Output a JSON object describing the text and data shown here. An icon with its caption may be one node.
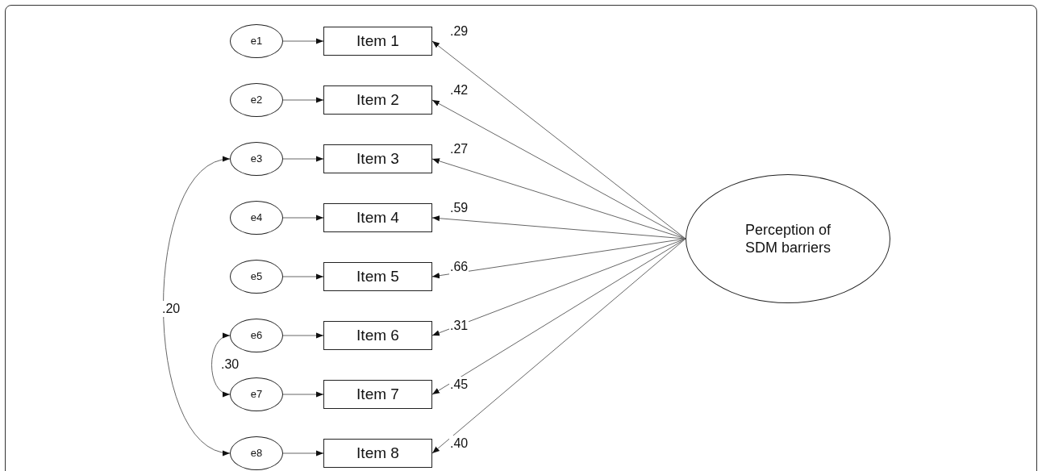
{
  "diagram": {
    "nodes": [
      {
        "text": [
          "e1"
        ]
      },
      {
        "text": [
          "e2"
        ]
      },
      {
        "text": [
          "e3"
        ]
      },
      {
        "text": [
          "e4"
        ]
      },
      {
        "text": [
          "e5"
        ]
      },
      {
        "text": [
          "e6"
        ]
      },
      {
        "text": [
          "e7"
        ]
      },
      {
        "text": [
          "e8"
        ]
      },
      {
        "text": [
          "Item 1"
        ]
      },
      {
        "text": [
          "Item 2"
        ]
      },
      {
        "text": [
          "Item 3"
        ]
      },
      {
        "text": [
          "Item 4"
        ]
      },
      {
        "text": [
          "Item 5"
        ]
      },
      {
        "text": [
          "Item 6"
        ]
      },
      {
        "text": [
          "Item 7"
        ]
      },
      {
        "text": [
          "Item 8"
        ]
      },
      {
        "text": [
          "Perception of SDM barriers"
        ]
      }
    ],
    "edges": [
      {
        "from": 0,
        "to": 8,
        "arrow": "to"
      },
      {
        "from": 1,
        "to": 9,
        "arrow": "to"
      },
      {
        "from": 2,
        "to": 10,
        "arrow": "to"
      },
      {
        "from": 3,
        "to": 11,
        "arrow": "to"
      },
      {
        "from": 4,
        "to": 12,
        "arrow": "to"
      },
      {
        "from": 5,
        "to": 13,
        "arrow": "to"
      },
      {
        "from": 6,
        "to": 14,
        "arrow": "to"
      },
      {
        "from": 7,
        "to": 15,
        "arrow": "to"
      },
      {
        "from": 16,
        "to": 8,
        "arrow": "to",
        "label": ".29"
      },
      {
        "from": 16,
        "to": 9,
        "arrow": "to",
        "label": ".42"
      },
      {
        "from": 16,
        "to": 10,
        "arrow": "to",
        "label": ".27"
      },
      {
        "from": 16,
        "to": 11,
        "arrow": "to",
        "label": ".59"
      },
      {
        "from": 16,
        "to": 12,
        "arrow": "to",
        "label": ".66"
      },
      {
        "from": 16,
        "to": 13,
        "arrow": "to",
        "label": ".31"
      },
      {
        "from": 16,
        "to": 14,
        "arrow": "to",
        "label": ".45"
      },
      {
        "from": 16,
        "to": 15,
        "arrow": "to",
        "label": ".40"
      },
      {
        "from": 2,
        "to": 7,
        "arrow": "both",
        "label": ".20"
      },
      {
        "from": 5,
        "to": 6,
        "arrow": "both",
        "label": ".30"
      }
    ]
  }
}
